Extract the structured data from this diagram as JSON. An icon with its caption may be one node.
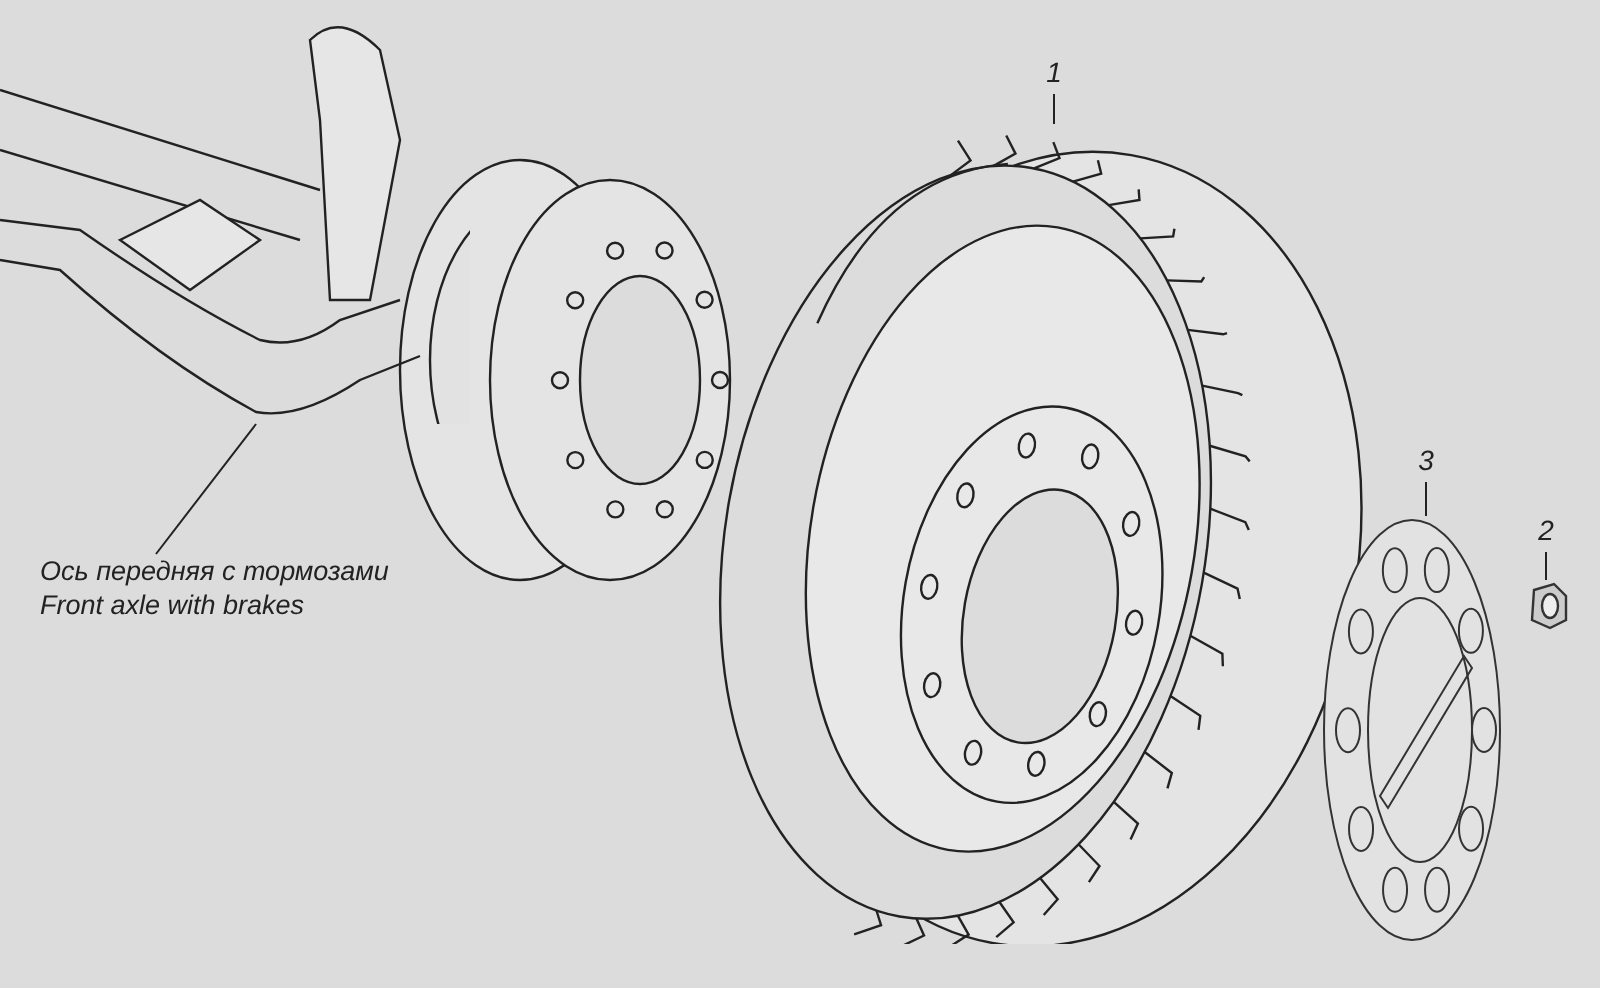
{
  "diagram": {
    "nodes": [
      {
        "text": [
          "1"
        ]
      },
      {
        "text": [],
        "shape": "picture"
      },
      {
        "text": [
          "3"
        ]
      },
      {
        "text": [],
        "shape": "picture"
      },
      {
        "text": [
          "2"
        ]
      },
      {
        "text": [],
        "shape": "picture"
      },
      {
        "text": [
          "Ось передняя с тормозами",
          "Front axle with brakes"
        ]
      },
      {
        "text": [],
        "shape": "picture"
      }
    ],
    "edges": [
      {
        "from": 0,
        "to": 1,
        "arrow": "none"
      },
      {
        "from": 2,
        "to": 3,
        "arrow": "none"
      },
      {
        "from": 4,
        "to": 5,
        "arrow": "none"
      },
      {
        "from": 6,
        "to": 7,
        "arrow": "none"
      }
    ]
  }
}
